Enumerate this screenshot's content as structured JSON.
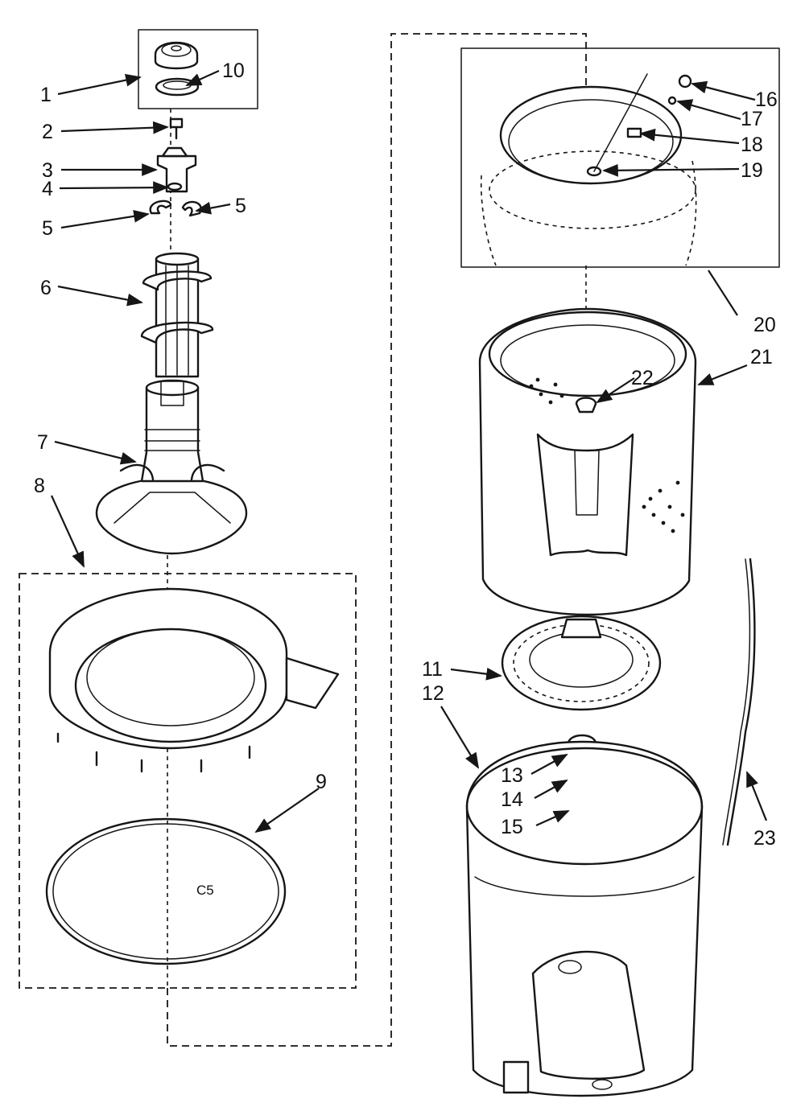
{
  "labels": {
    "p1": "1",
    "p2": "2",
    "p3": "3",
    "p4": "4",
    "p5a": "5",
    "p5b": "5",
    "p6": "6",
    "p7": "7",
    "p8": "8",
    "p9": "9",
    "p10": "10",
    "p11": "11",
    "p12": "12",
    "p13": "13",
    "p14": "14",
    "p15": "15",
    "p16": "16",
    "p17": "17",
    "p18": "18",
    "p19": "19",
    "p20": "20",
    "p21": "21",
    "p22": "22",
    "p23": "23"
  },
  "notes": {
    "code": "C5"
  },
  "colors": {
    "ink": "#161616",
    "paper": "#ffffff"
  }
}
